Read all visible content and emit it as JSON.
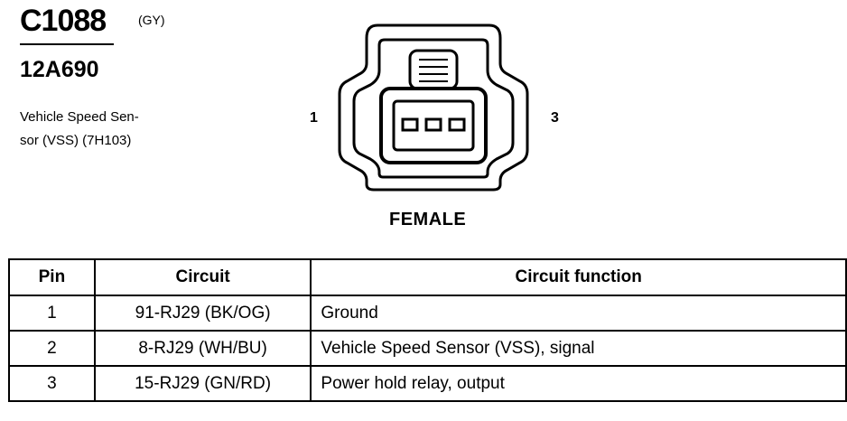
{
  "connector": {
    "id": "C1088",
    "color": "(GY)",
    "part_number": "12A690",
    "description_line1": "Vehicle Speed Sen-",
    "description_line2": "sor (VSS) (7H103)",
    "gender": "FEMALE",
    "pin_left": "1",
    "pin_right": "3"
  },
  "table": {
    "headers": [
      "Pin",
      "Circuit",
      "Circuit function"
    ],
    "rows": [
      {
        "pin": "1",
        "circuit": "91-RJ29 (BK/OG)",
        "function": "Ground"
      },
      {
        "pin": "2",
        "circuit": "8-RJ29 (WH/BU)",
        "function": "Vehicle Speed Sensor (VSS), signal"
      },
      {
        "pin": "3",
        "circuit": "15-RJ29 (GN/RD)",
        "function": "Power hold relay, output"
      }
    ]
  }
}
